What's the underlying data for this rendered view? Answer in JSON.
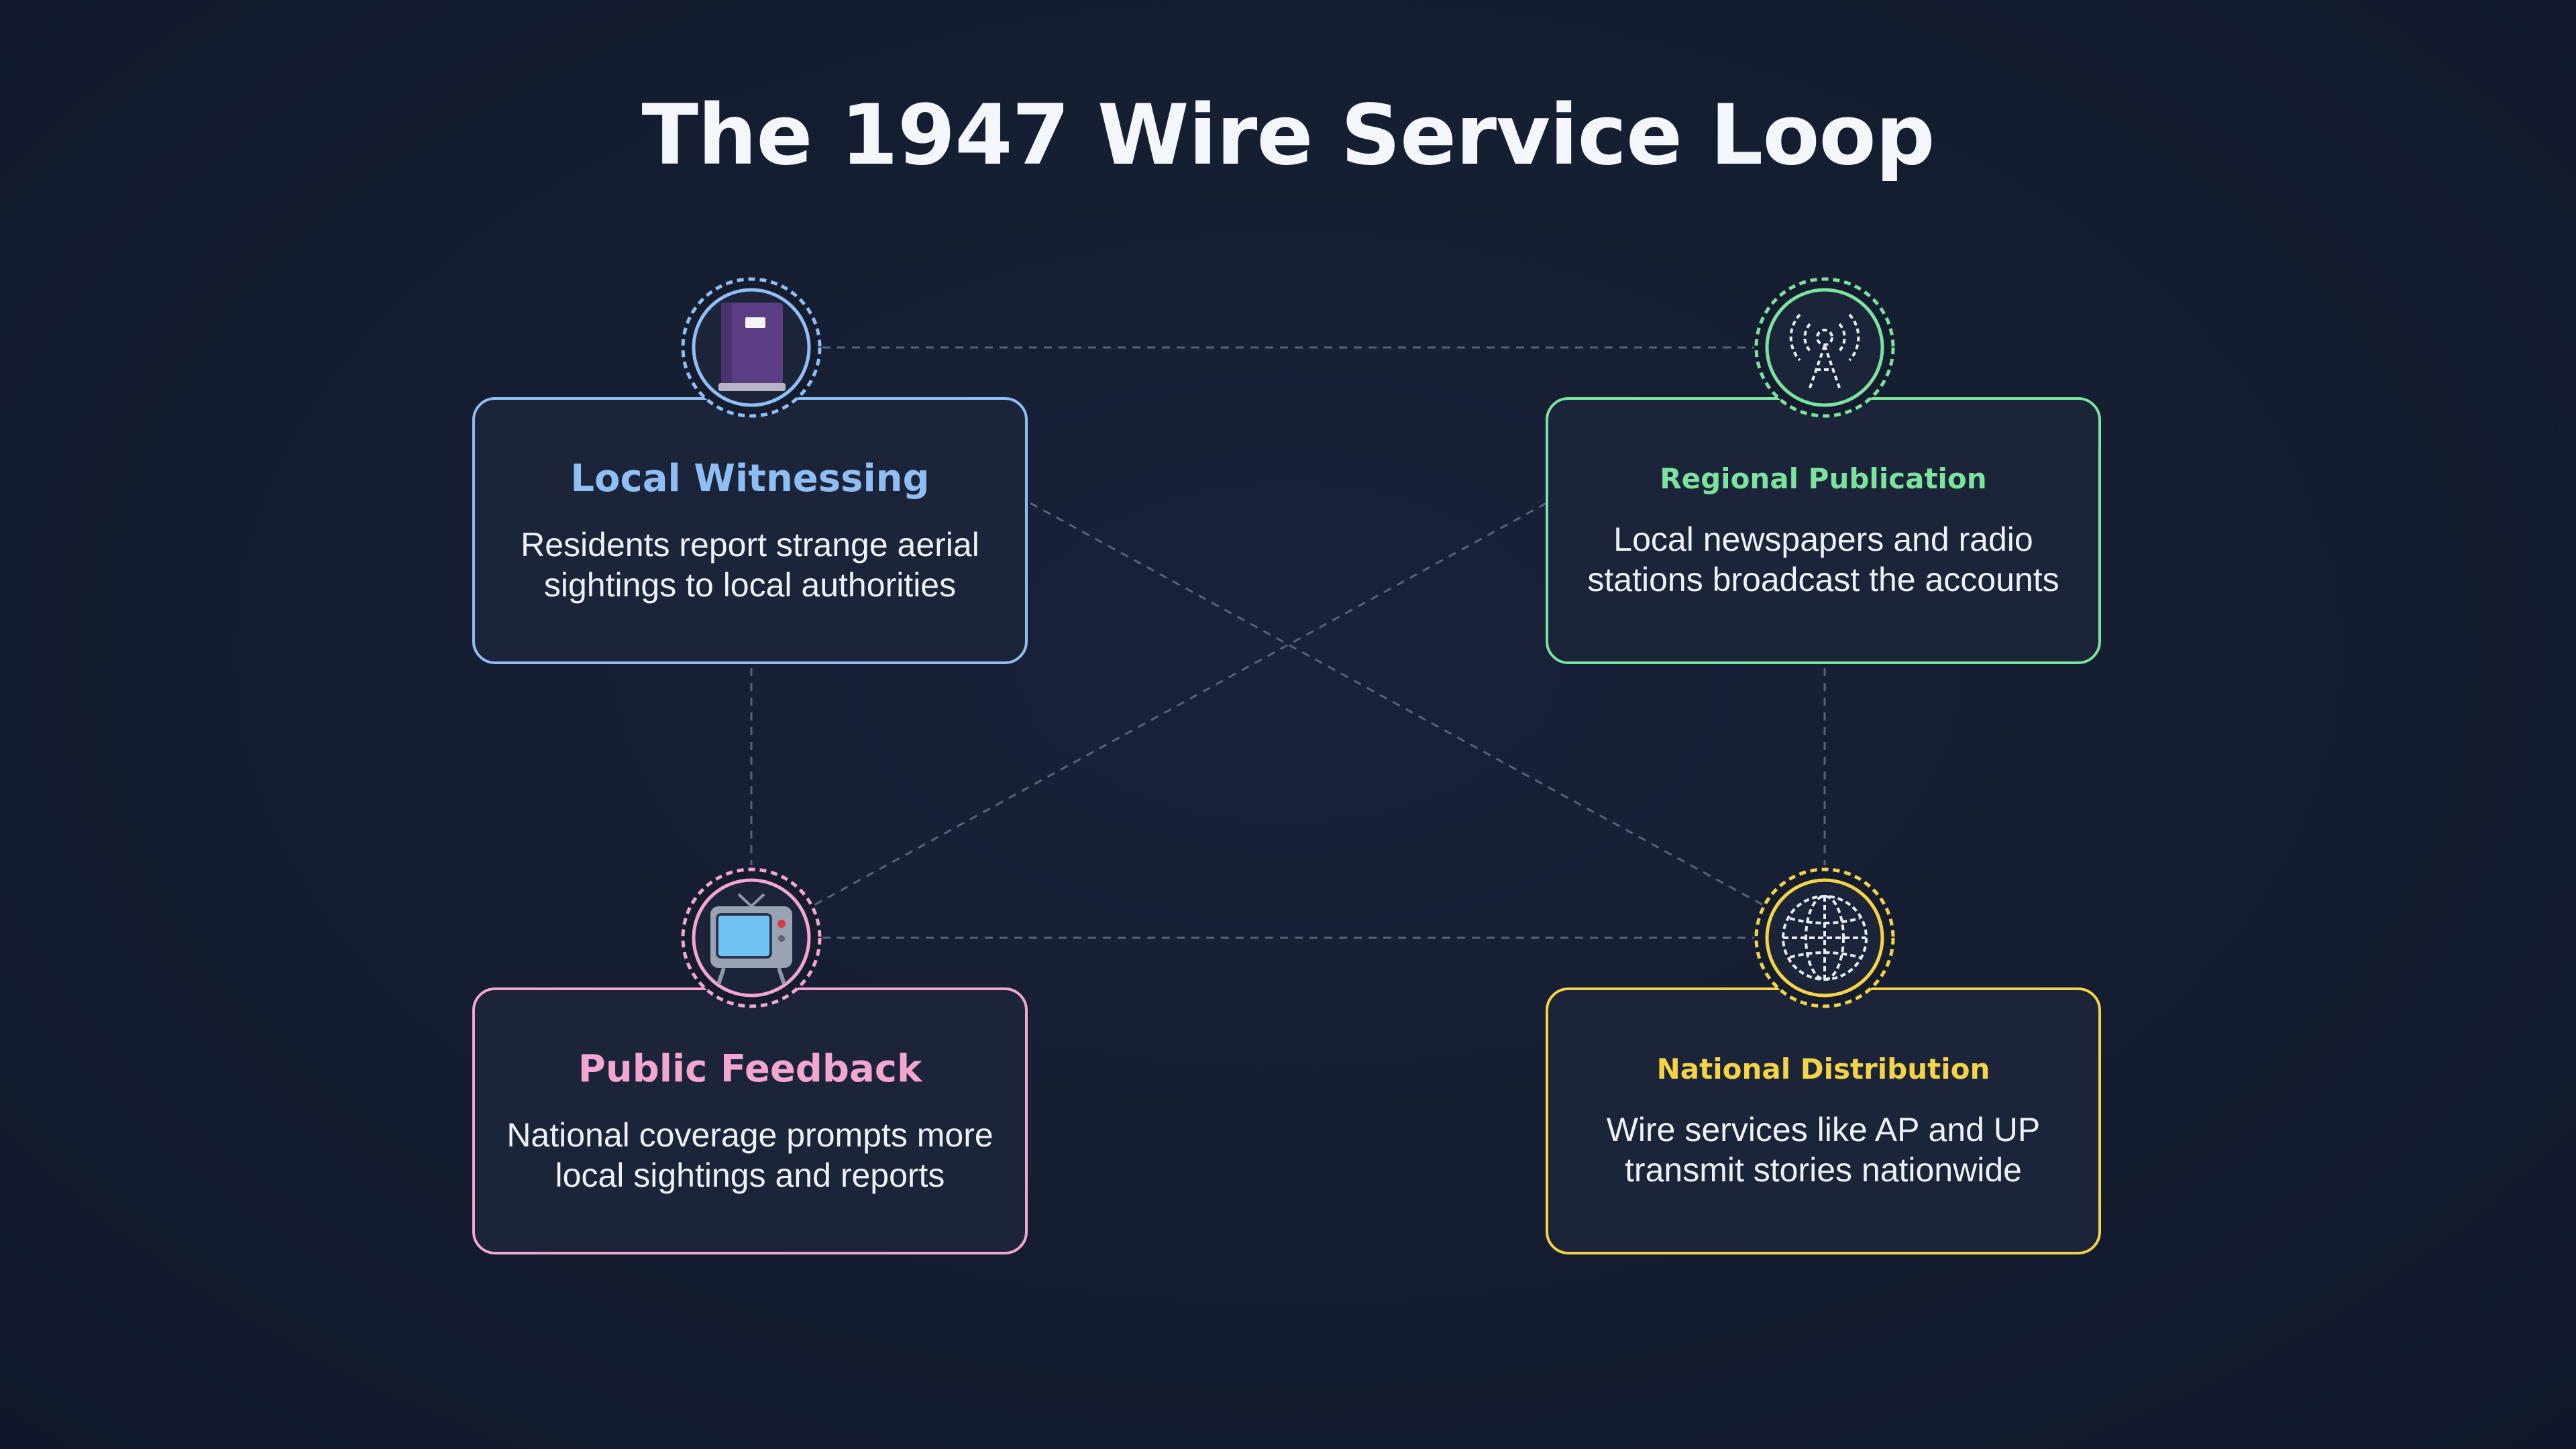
{
  "title": "The 1947 Wire Service Loop",
  "nodes": {
    "local_witnessing": {
      "label": "Local Witnessing",
      "description": "Residents report strange aerial sightings to local authorities",
      "icon": "book-icon",
      "color": "#8fbef5"
    },
    "regional_publication": {
      "label": "Regional Publication",
      "description": "Local newspapers and radio stations broadcast the accounts",
      "icon": "antenna-icon",
      "color": "#7be39e"
    },
    "public_feedback": {
      "label": "Public Feedback",
      "description": "National coverage prompts more local sightings and reports",
      "icon": "television-icon",
      "color": "#f3a6d2"
    },
    "national_distribution": {
      "label": "National Distribution",
      "description": "Wire services like AP and UP transmit stories nationwide",
      "icon": "globe-icon",
      "color": "#f5d348"
    }
  }
}
